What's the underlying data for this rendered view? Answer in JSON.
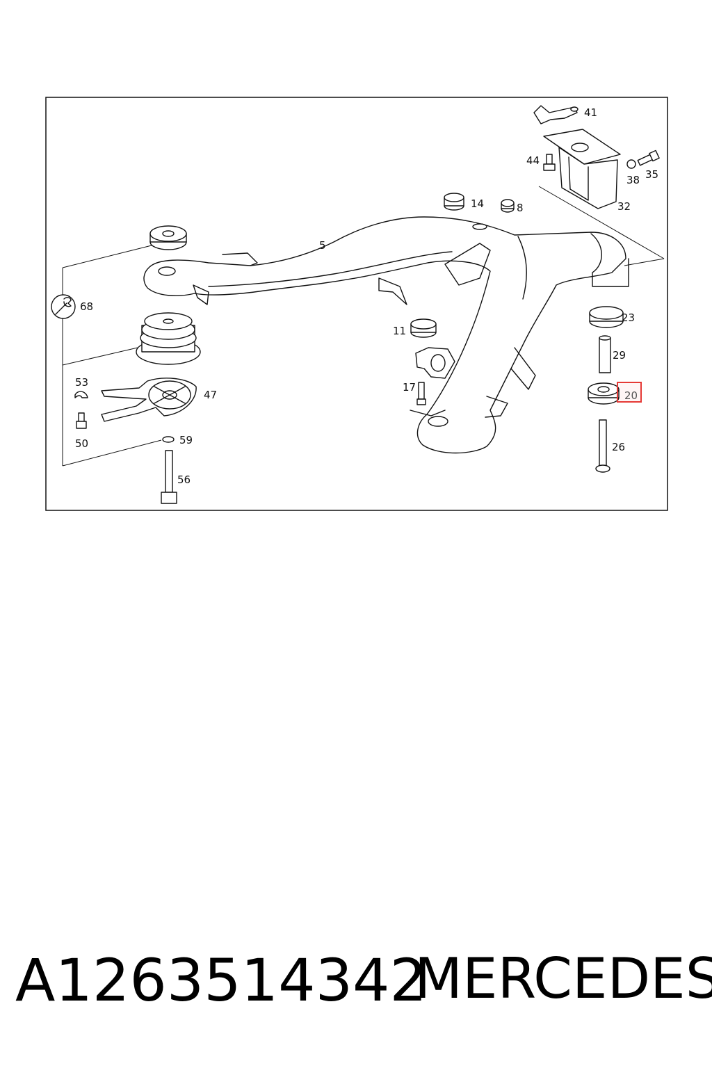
{
  "diagram": {
    "callouts": [
      "41",
      "44",
      "38",
      "35",
      "32",
      "14",
      "8",
      "5",
      "68",
      "23",
      "29",
      "20",
      "11",
      "17",
      "53",
      "47",
      "50",
      "59",
      "26",
      "56"
    ],
    "highlighted_callout": "20",
    "highlight_color": "#e53935"
  },
  "footer": {
    "part_number": "A1263514342",
    "brand": "MERCEDES"
  }
}
